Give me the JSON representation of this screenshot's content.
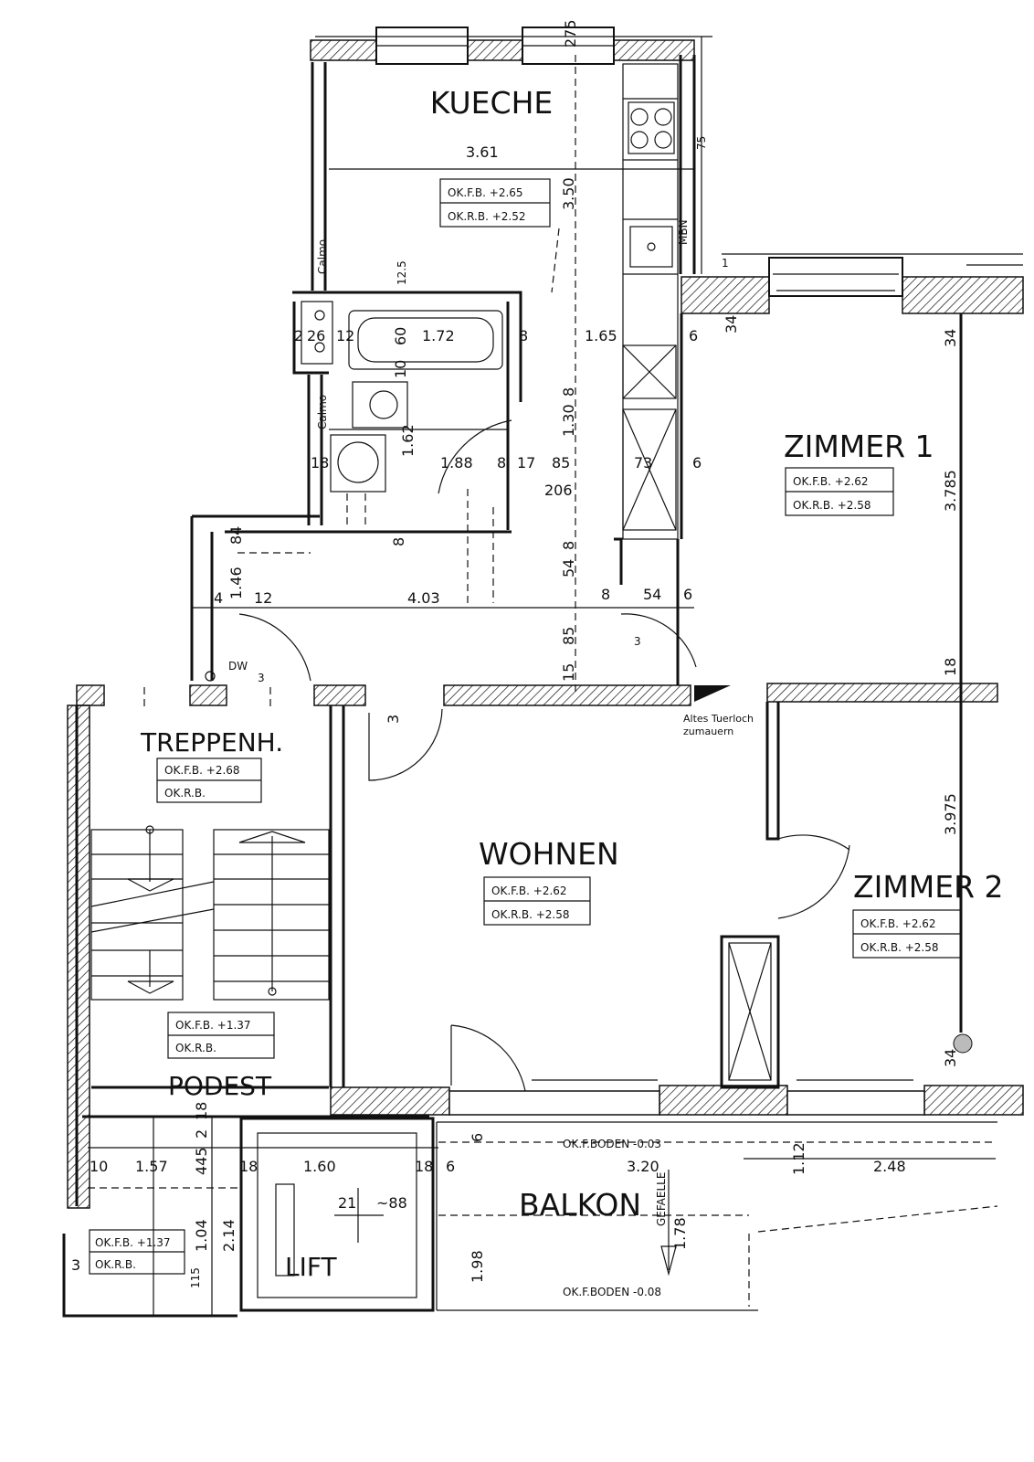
{
  "rooms": {
    "kueche": {
      "name": "KUECHE",
      "okfb": "OK.F.B.  +2.65",
      "okrb": "OK.R.B.  +2.52"
    },
    "zimmer1": {
      "name": "ZIMMER 1",
      "okfb": "OK.F.B.  +2.62",
      "okrb": "OK.R.B.  +2.58"
    },
    "treppenhaus": {
      "name": "TREPPENH.",
      "okfb": "OK.F.B.  +2.68",
      "okrb": "OK.R.B."
    },
    "wohnen": {
      "name": "WOHNEN",
      "okfb": "OK.F.B.  +2.62",
      "okrb": "OK.R.B.  +2.58"
    },
    "zimmer2": {
      "name": "ZIMMER 2",
      "okfb": "OK.F.B.  +2.62",
      "okrb": "OK.R.B.  +2.58"
    },
    "podest": {
      "name": "PODEST",
      "okfb": "OK.F.B.  +1.37",
      "okrb": "OK.R.B."
    },
    "lift": {
      "name": "LIFT"
    },
    "lift_landing": {
      "okfb": "OK.F.B.  +1.37",
      "okrb": "OK.R.B."
    },
    "balkon": {
      "name": "BALKON",
      "boden_top": "OK.F.BODEN  -0.03",
      "boden_bottom": "OK.F.BODEN  -0.08",
      "gefaelle": "GEFAELLE"
    }
  },
  "notes": {
    "calmo_top": "Calmo",
    "calmo_bottom": "Calmo",
    "mbn": "MBN",
    "dw": "DW",
    "altes_line1": "Altes Tuerloch",
    "altes_line2": "zumauern"
  },
  "dims": {
    "d275": "275",
    "d361": "3.61",
    "d350": "3.50",
    "d12_5": "12.5",
    "d_75": "75",
    "d1": "1",
    "d34_z1": "34",
    "d26": "26",
    "d12a": "12",
    "d2": "2",
    "d60": "60",
    "d172": "1.72",
    "d8a": "8",
    "d165": "1.65",
    "d6a": "6",
    "d10": "10",
    "d34_right": "34",
    "d18a": "18",
    "d162": "1.62",
    "d188": "1.88",
    "d8b": "8",
    "d17": "17",
    "d85a": "85",
    "d73": "73",
    "d6b": "6",
    "d206": "206",
    "d130": "1.30",
    "d8c": "8",
    "d8d": "8",
    "d84": "84",
    "d54a": "54",
    "d8e": "8",
    "d146": "1.46",
    "d4": "4",
    "d12b": "12",
    "d403": "4.03",
    "d8f": "8",
    "d54b": "54",
    "d6c": "6",
    "d3785": "3.785",
    "d85b": "85",
    "d15": "15",
    "d3a": "3",
    "d3b": "3",
    "d18b": "18",
    "d3c": "3",
    "d3975": "3.975",
    "d34b": "34",
    "d18c": "18",
    "d2b": "2",
    "d10b": "10",
    "d157": "1.57",
    "d445": "445",
    "d18d": "18",
    "d160": "1.60",
    "d18e": "18",
    "d6d": "6",
    "d6e": "6",
    "d320": "3.20",
    "d112": "1.12",
    "d248": "2.48",
    "d21": "21",
    "d88": "~88",
    "d178": "1.78",
    "d104": "1.04",
    "d214": "2.14",
    "d115": "115",
    "d3d": "3",
    "d198": "1.98"
  },
  "colors": {
    "ink": "#111111",
    "paper": "#ffffff"
  },
  "icons": [
    "stove-icon",
    "sink-icon",
    "toilet-icon",
    "washbasin-icon",
    "bathtub-icon",
    "stair-arrow-icon"
  ]
}
